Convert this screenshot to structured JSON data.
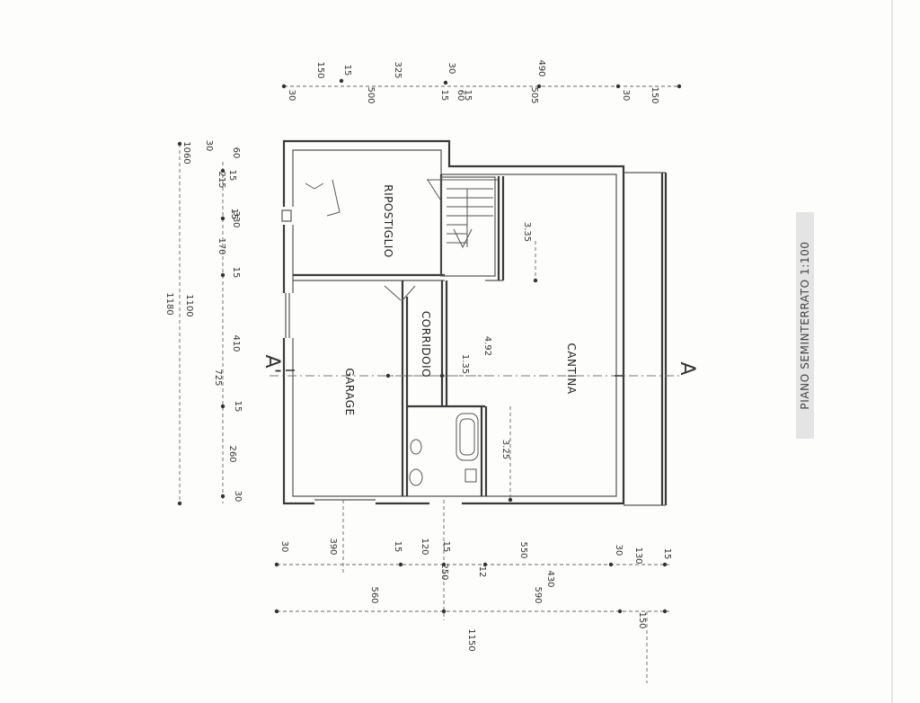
{
  "title": "PIANO SEMINTERRATO 1:100",
  "rooms": {
    "garage": "GARAGE",
    "cantina": "CANTINA",
    "ripostiglio": "RIPOSTIGLIO",
    "corridoio": "CORRIDOIO"
  },
  "section_marks": {
    "left": "A'",
    "right": "A"
  },
  "dimensions": {
    "top_row": [
      "30",
      "150",
      "15",
      "500",
      "325",
      "15",
      "30",
      "60",
      "15",
      "505",
      "490",
      "30",
      "150"
    ],
    "left_column": [
      "1060",
      "30",
      "60",
      "15",
      "215",
      "15",
      "330",
      "170",
      "15",
      "1180",
      "1100",
      "410",
      "725",
      "15",
      "260",
      "30"
    ],
    "bottom_row": [
      "30",
      "390",
      "15",
      "120",
      "250",
      "15",
      "12",
      "550",
      "430",
      "560",
      "590",
      "30",
      "130",
      "15",
      "1150",
      "150"
    ],
    "interior": [
      "3.35",
      "4.92",
      "1.35",
      "3.25"
    ]
  }
}
